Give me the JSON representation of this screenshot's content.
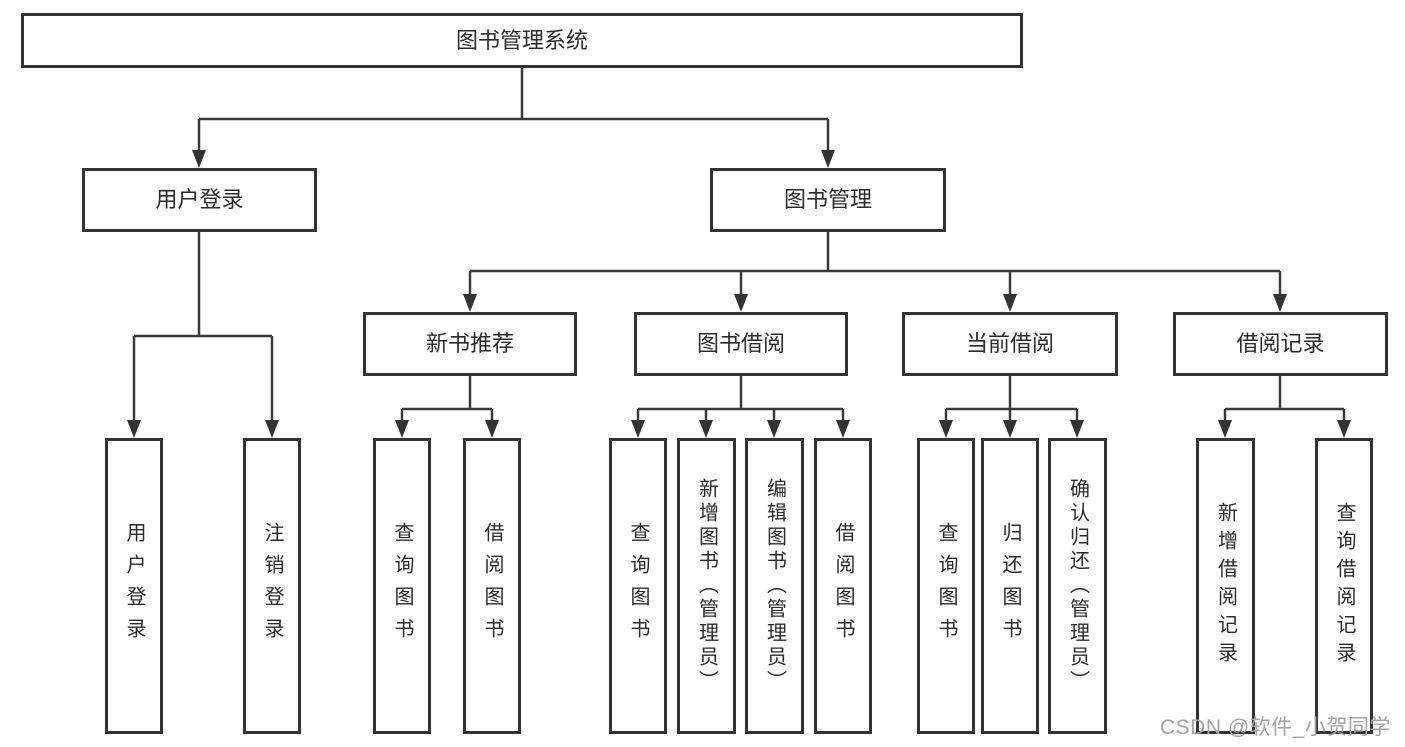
{
  "tree": {
    "label": "图书管理系统",
    "children": [
      {
        "label": "用户登录",
        "children": [
          {
            "label": "用户登录"
          },
          {
            "label": "注销登录"
          }
        ]
      },
      {
        "label": "图书管理",
        "children": [
          {
            "label": "新书推荐",
            "children": [
              {
                "label": "查询图书"
              },
              {
                "label": "借阅图书"
              }
            ]
          },
          {
            "label": "图书借阅",
            "children": [
              {
                "label": "查询图书"
              },
              {
                "label": "新增图书（管理员）"
              },
              {
                "label": "编辑图书（管理员）"
              },
              {
                "label": "借阅图书"
              }
            ]
          },
          {
            "label": "当前借阅",
            "children": [
              {
                "label": "查询图书"
              },
              {
                "label": "归还图书"
              },
              {
                "label": "确认归还（管理员）"
              }
            ]
          },
          {
            "label": "借阅记录",
            "children": [
              {
                "label": "新增借阅记录"
              },
              {
                "label": "查询借阅记录"
              }
            ]
          }
        ]
      }
    ]
  },
  "watermark": {
    "text": "CSDN @软件_小贺同学"
  },
  "colors": {
    "line": "#3a3a3a",
    "border": "#333333",
    "text": "#2b2b2b",
    "watermark": "#a3a3a3",
    "background": "#ffffff"
  }
}
